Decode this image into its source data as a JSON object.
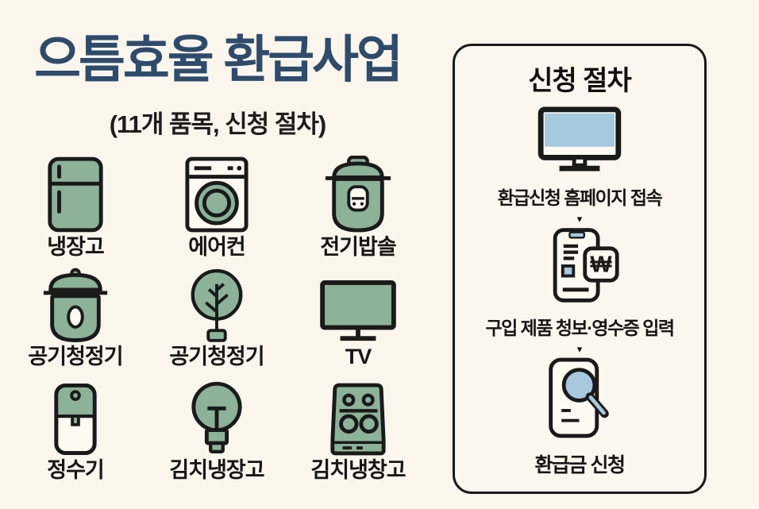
{
  "header": {
    "title": "으틈효율 환급사업",
    "subtitle": "(11개 품목, 신청 절차)"
  },
  "items": [
    {
      "label": "냉장고",
      "icon": "refrigerator-icon"
    },
    {
      "label": "에어컨",
      "icon": "washing-machine-icon"
    },
    {
      "label": "전기밥솔",
      "icon": "rice-cooker-icon"
    },
    {
      "label": "공기청정기",
      "icon": "cooking-pot-icon"
    },
    {
      "label": "공기청정기",
      "icon": "tree-icon"
    },
    {
      "label": "TV",
      "icon": "tv-icon"
    },
    {
      "label": "정수기",
      "icon": "water-purifier-icon"
    },
    {
      "label": "김치냉장고",
      "icon": "light-bulb-icon"
    },
    {
      "label": "김치냉창고",
      "icon": "gas-range-icon"
    }
  ],
  "procedure": {
    "title": "신청 절차",
    "steps": [
      {
        "label": "환급신청 흠페이지 접속",
        "icon": "monitor-icon"
      },
      {
        "label": "구입 제품 청보·영수증 입력",
        "icon": "smartphone-receipt-icon"
      },
      {
        "label": "환급금 신청",
        "icon": "document-search-icon"
      }
    ],
    "arrow": "▾",
    "won_badge": "₩"
  },
  "colors": {
    "background": "#FAF6EC",
    "title_navy": "#2E4B6C",
    "icon_green": "#8CB297",
    "icon_blue": "#A7C9DE",
    "outline_black": "#1A1A1A"
  }
}
